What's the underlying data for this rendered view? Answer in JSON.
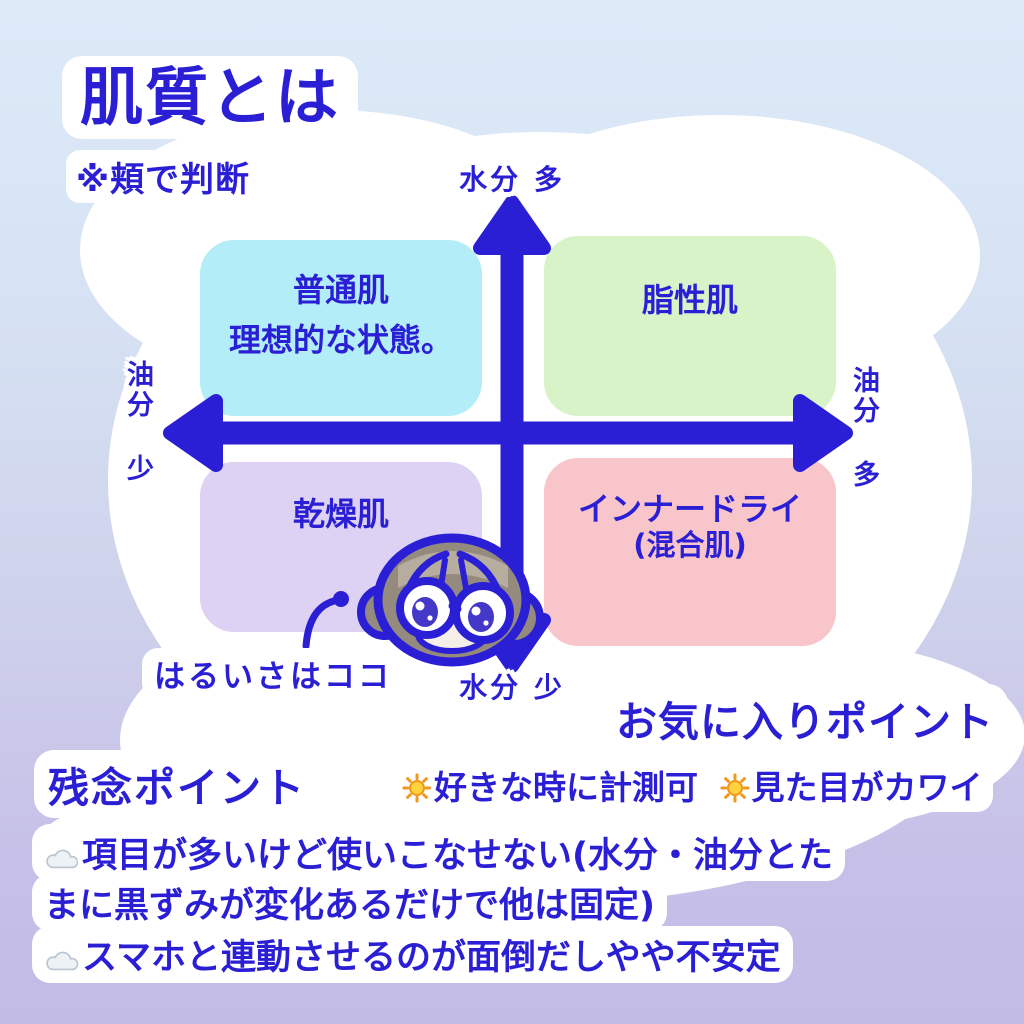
{
  "colors": {
    "accent_blue": "#2a1fd4",
    "background_top": "#dceaf8",
    "background_bottom": "#c2bbe6",
    "blob_white": "#ffffff",
    "quadrant_normal": "#b3edf8",
    "quadrant_oily": "#d8f3c7",
    "quadrant_dry": "#ddd2f3",
    "quadrant_inner_dry": "#f8c6ca",
    "mascot_hair": "#948a7d",
    "sun_icon": "#f5a623",
    "cloud_icon": "#eef2f6"
  },
  "header": {
    "title": "肌質とは",
    "note": "※頬で判断"
  },
  "axes": {
    "top": "水分 多",
    "bottom": "水分 少",
    "left": "油分 少",
    "right": "油分 多"
  },
  "quadrants": {
    "normal": {
      "label": "普通肌",
      "sub": "理想的な状態。"
    },
    "oily": {
      "label": "脂性肌"
    },
    "dry": {
      "label": "乾燥肌"
    },
    "inner_dry": {
      "label": "インナードライ",
      "sub": "(混合肌)"
    }
  },
  "annotation": {
    "label": "はるいさはココ"
  },
  "favorite": {
    "heading": "お気に入りポイント",
    "items": [
      "好きな時に計測可",
      "見た目がカワイ"
    ]
  },
  "negative": {
    "heading": "残念ポイント",
    "lines": [
      "項目が多いけど使いこなせない(水分・油分とた",
      "まに黒ずみが変化あるだけで他は固定)",
      "スマホと連動させるのが面倒だしやや不安定"
    ]
  }
}
